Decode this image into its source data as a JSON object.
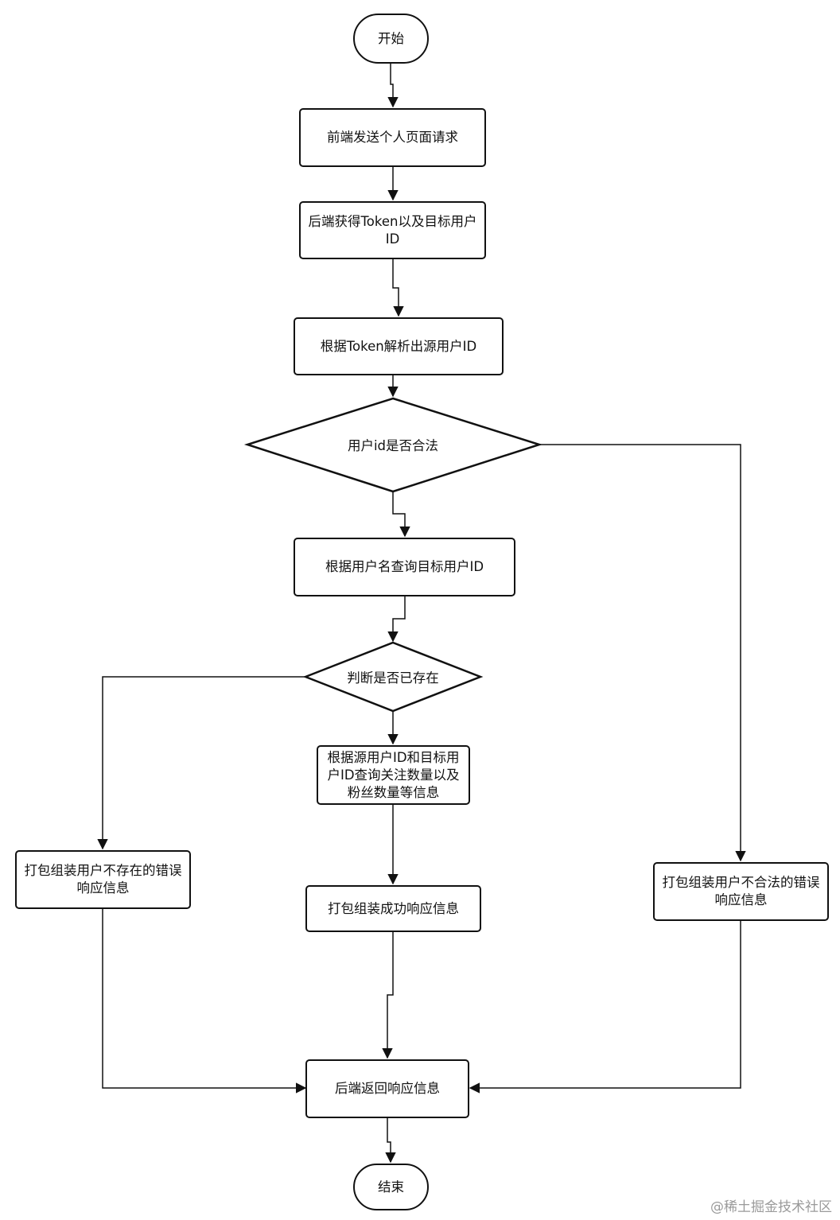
{
  "flowchart": {
    "start": "开始",
    "step_request": "前端发送个人页面请求",
    "step_get_token": "后端获得Token以及目标用户ID",
    "step_parse": "根据Token解析出源用户ID",
    "decision_valid": "用户id是否合法",
    "step_query_target": "根据用户名查询目标用户ID",
    "decision_exists": "判断是否已存在",
    "step_query_stats": "根据源用户ID和目标用户ID查询关注数量以及粉丝数量等信息",
    "step_not_exist_error": "打包组装用户不存在的错误响应信息",
    "step_success": "打包组装成功响应信息",
    "step_invalid_error": "打包组装用户不合法的错误响应信息",
    "step_return": "后端返回响应信息",
    "end": "结束"
  },
  "watermark": "@稀土掘金技术社区"
}
